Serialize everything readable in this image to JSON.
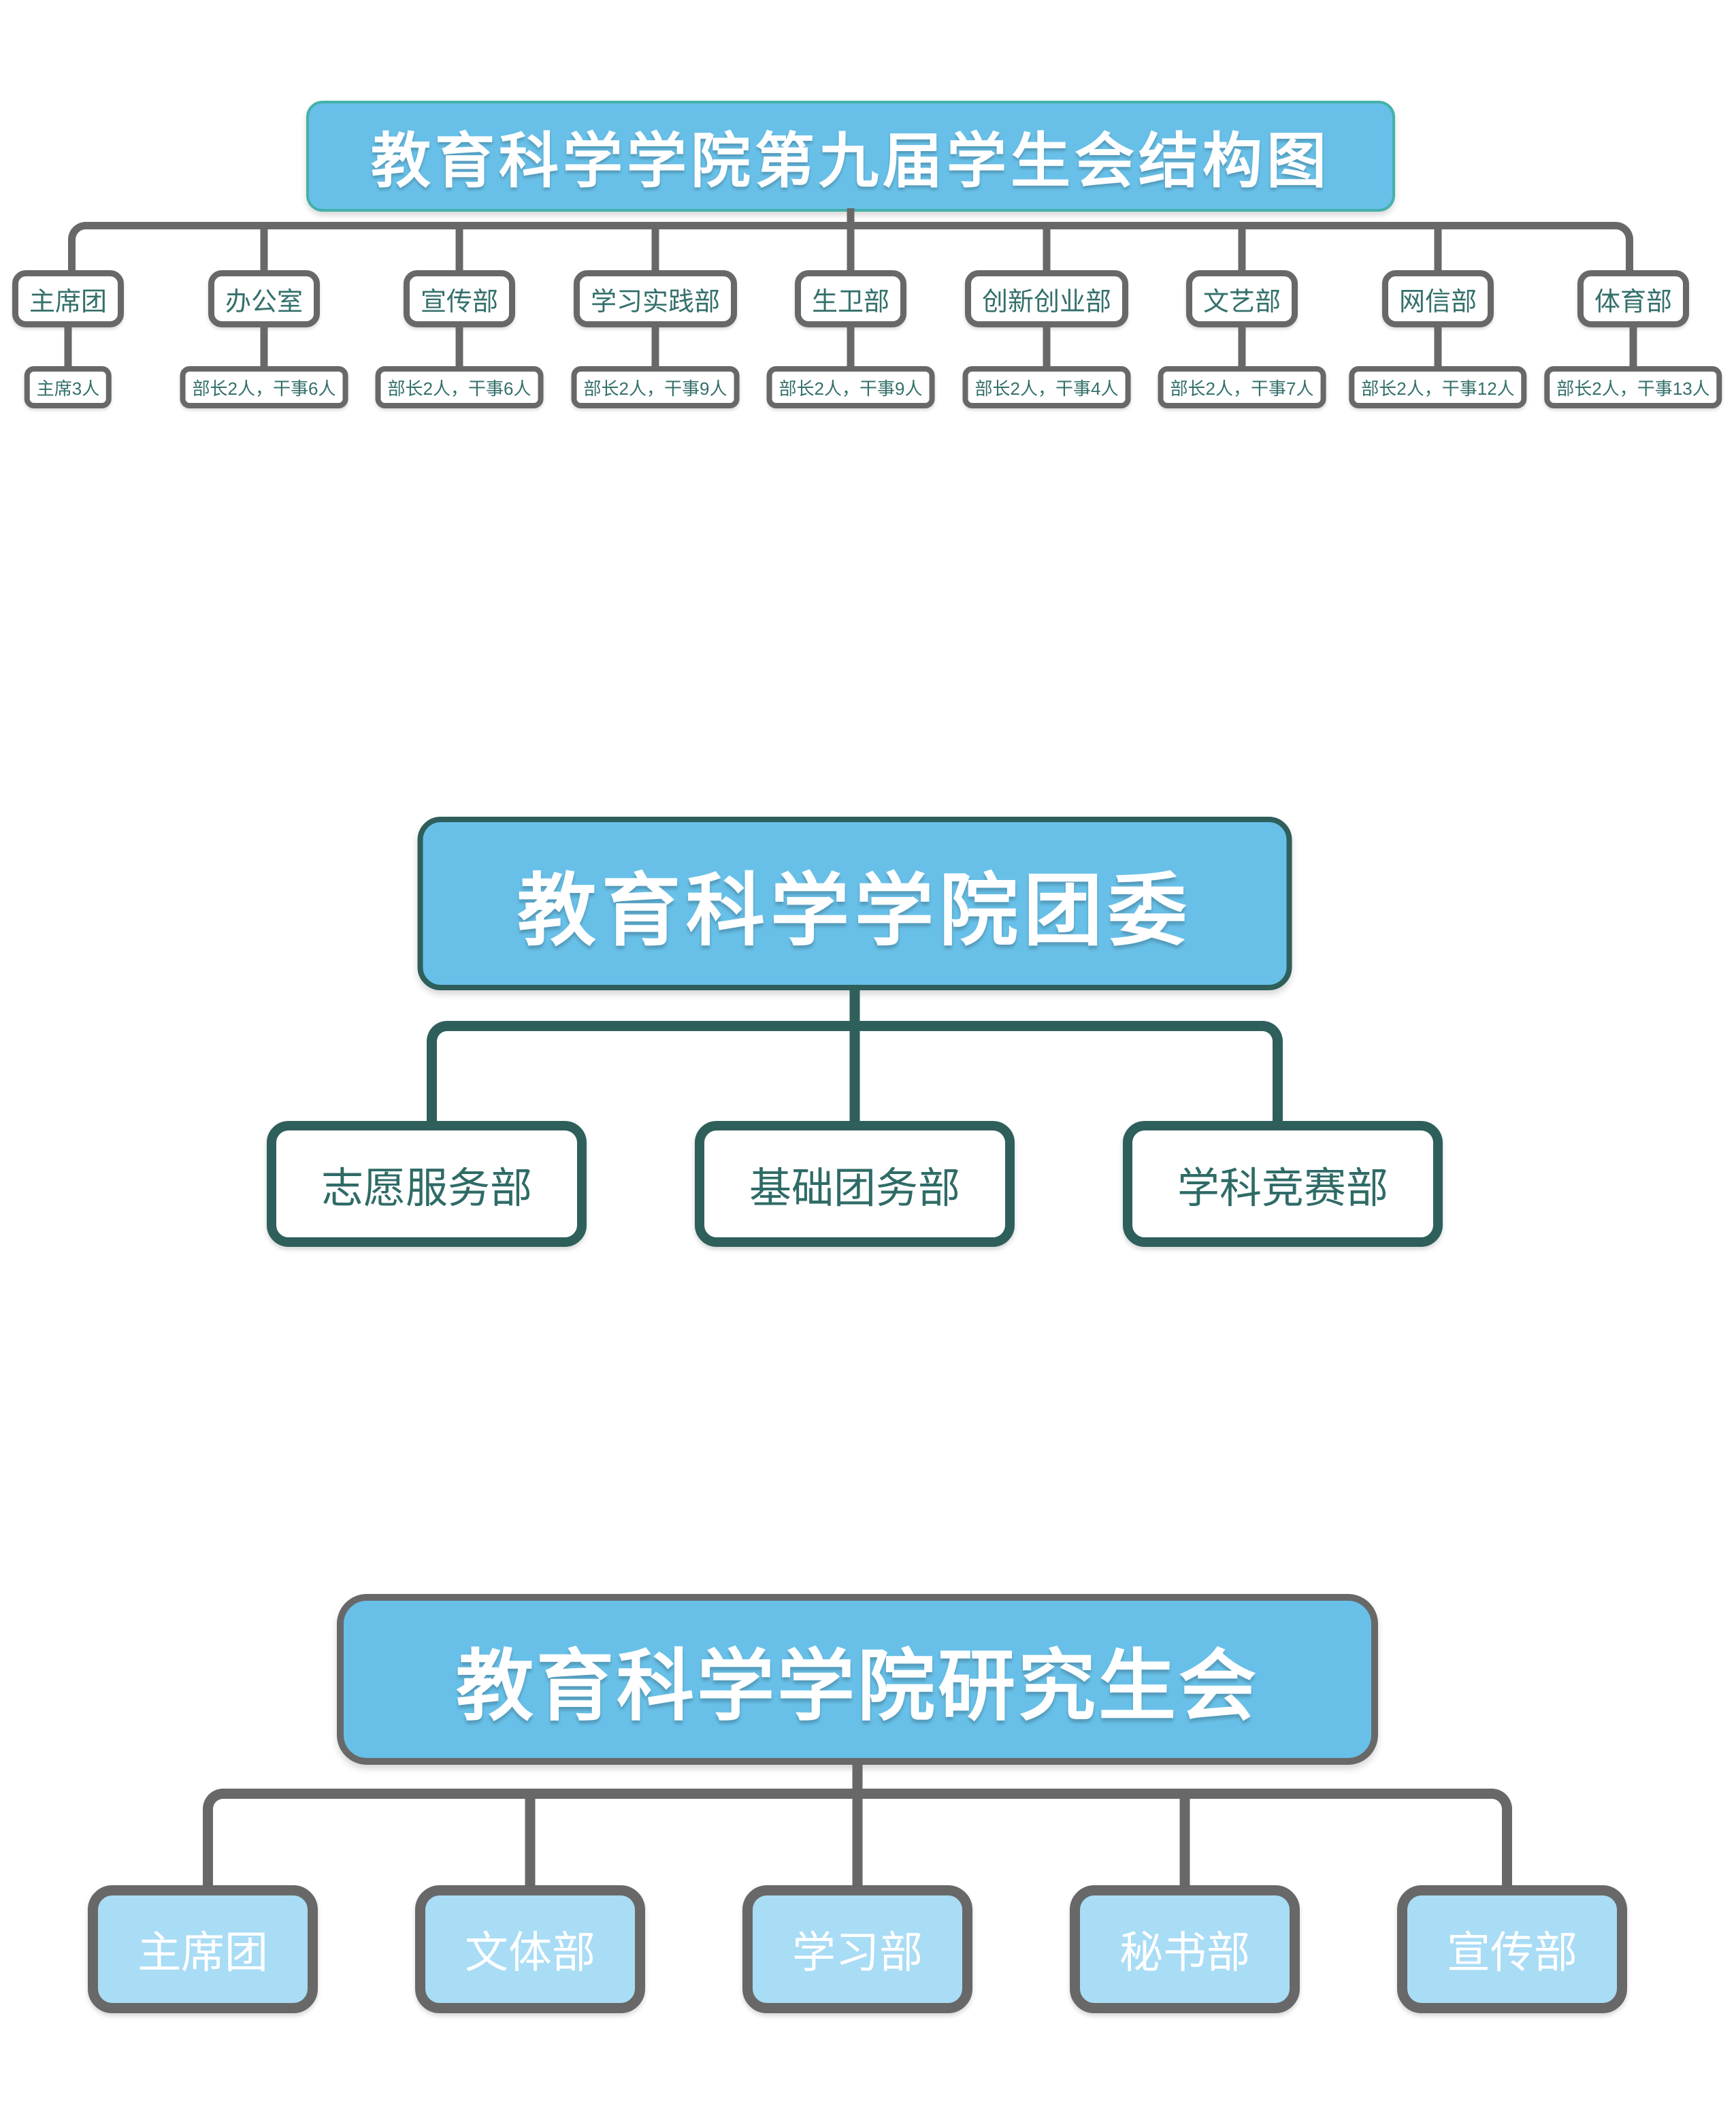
{
  "colors": {
    "blue-fill": "#68c0e8",
    "light-blue-fill": "#a9dcf5",
    "teal-border": "#45b1aa",
    "dark-teal": "#2e5f5b",
    "dark-teal-text": "#2f6b66",
    "dept-text": "#34706b",
    "gray": "#686868",
    "node-fill": "#ffffff"
  },
  "charts": [
    {
      "title": "教育科学学院第九届学生会结构图",
      "departments": [
        {
          "name": "主席团",
          "staff": "主席3人"
        },
        {
          "name": "办公室",
          "staff": "部长2人，干事6人"
        },
        {
          "name": "宣传部",
          "staff": "部长2人，干事6人"
        },
        {
          "name": "学习实践部",
          "staff": "部长2人，干事9人"
        },
        {
          "name": "生卫部",
          "staff": "部长2人，干事9人"
        },
        {
          "name": "创新创业部",
          "staff": "部长2人，干事4人"
        },
        {
          "name": "文艺部",
          "staff": "部长2人，干事7人"
        },
        {
          "name": "网信部",
          "staff": "部长2人，干事12人"
        },
        {
          "name": "体育部",
          "staff": "部长2人，干事13人"
        }
      ]
    },
    {
      "title": "教育科学学院团委",
      "departments": [
        {
          "name": "志愿服务部"
        },
        {
          "name": "基础团务部"
        },
        {
          "name": "学科竞赛部"
        }
      ]
    },
    {
      "title": "教育科学学院研究生会",
      "departments": [
        {
          "name": "主席团"
        },
        {
          "name": "文体部"
        },
        {
          "name": "学习部"
        },
        {
          "name": "秘书部"
        },
        {
          "name": "宣传部"
        }
      ]
    }
  ]
}
